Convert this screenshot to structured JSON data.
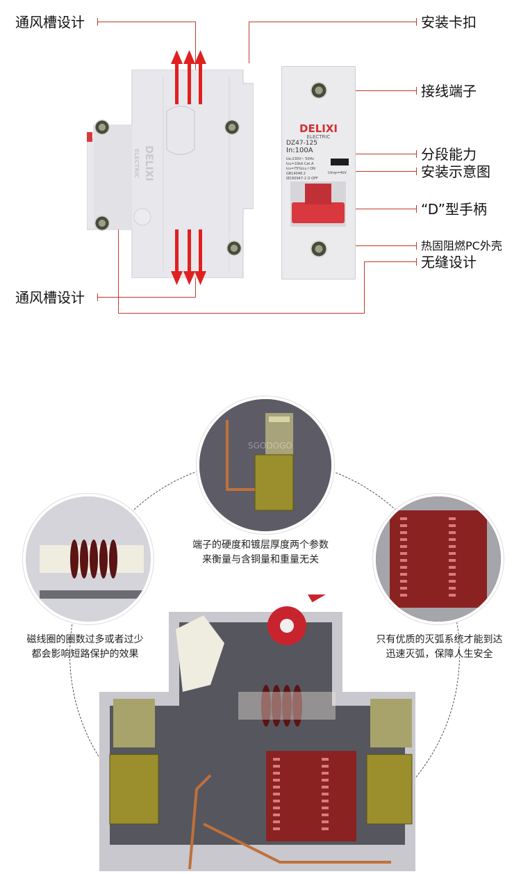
{
  "top_section": {
    "left_labels": {
      "top_vent": "通风槽设计",
      "bottom_vent": "通风槽设计"
    },
    "right_labels": {
      "clip": "安装卡扣",
      "terminal": "接线端子",
      "breaking_capacity": "分段能力",
      "install_diagram": "安装示意图",
      "handle": "“D”型手柄",
      "shell": "热固阻燃PC外壳",
      "seamless": "无缝设计"
    },
    "front_panel": {
      "brand": "DELIXI",
      "brand_sub": "ELECTRIC",
      "model": "DZ47-125",
      "rating": "In:100A",
      "spec_lines": [
        "Ue:230V~ 50Hz",
        "Icu=10kA  Cat.A",
        "Ics=75%Icu  I ON",
        "GB14048.2",
        "IEC60947-2  O OFF"
      ],
      "uimp": "Uimp=4kV"
    },
    "side_brand": "DELIXI",
    "side_brand_sub": "ELECTRIC"
  },
  "bottom_section": {
    "captions": {
      "terminal": [
        "端子的硬度和镀层厚度两个参数",
        "来衡量与含铜量和重量无关"
      ],
      "coil": [
        "磁线圈的圈数过多或者过少",
        "都会影响短路保护的效果"
      ],
      "arc": [
        "只有优质的灭弧系统才能到达",
        "迅速灭弧，保障人生安全"
      ]
    },
    "watermark": "SGODOGO"
  },
  "colors": {
    "annotation_line": "#c0392b",
    "arrow": "#e02020",
    "handle": "#d9383f",
    "coil": "#5a1414",
    "arc_chute": "#8b2222",
    "terminal_brass": "#a09a3a"
  }
}
